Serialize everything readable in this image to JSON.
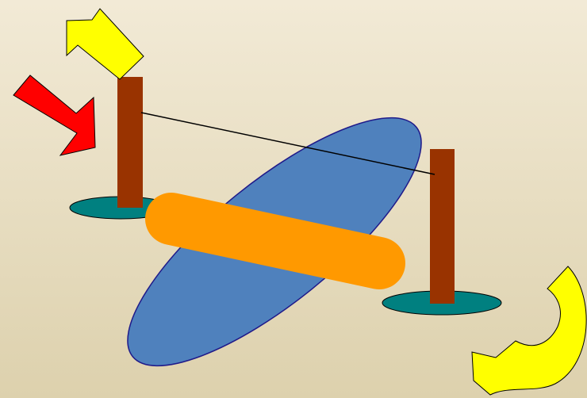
{
  "scene": {
    "background": {
      "top_color": "#f2ead6",
      "bottom_color": "#ddd1ad"
    },
    "posts": [
      {
        "id": "left-post",
        "color": "#993300",
        "base_color": "#008080"
      },
      {
        "id": "right-post",
        "color": "#993300",
        "base_color": "#008080"
      }
    ],
    "string": {
      "color": "#000000"
    },
    "blue_disc": {
      "color": "#4f81bd",
      "stroke": "#1f1a8a"
    },
    "orange_bar": {
      "color": "#ff9900"
    },
    "arrows": [
      {
        "id": "red-push-arrow",
        "icon": "push-arrow-icon",
        "color": "#ff0000"
      },
      {
        "id": "yellow-lift-arrow",
        "icon": "lift-arrow-icon",
        "color": "#ffff00"
      },
      {
        "id": "yellow-rotate-arrow",
        "icon": "rotate-arrow-icon",
        "color": "#ffff00"
      }
    ]
  }
}
